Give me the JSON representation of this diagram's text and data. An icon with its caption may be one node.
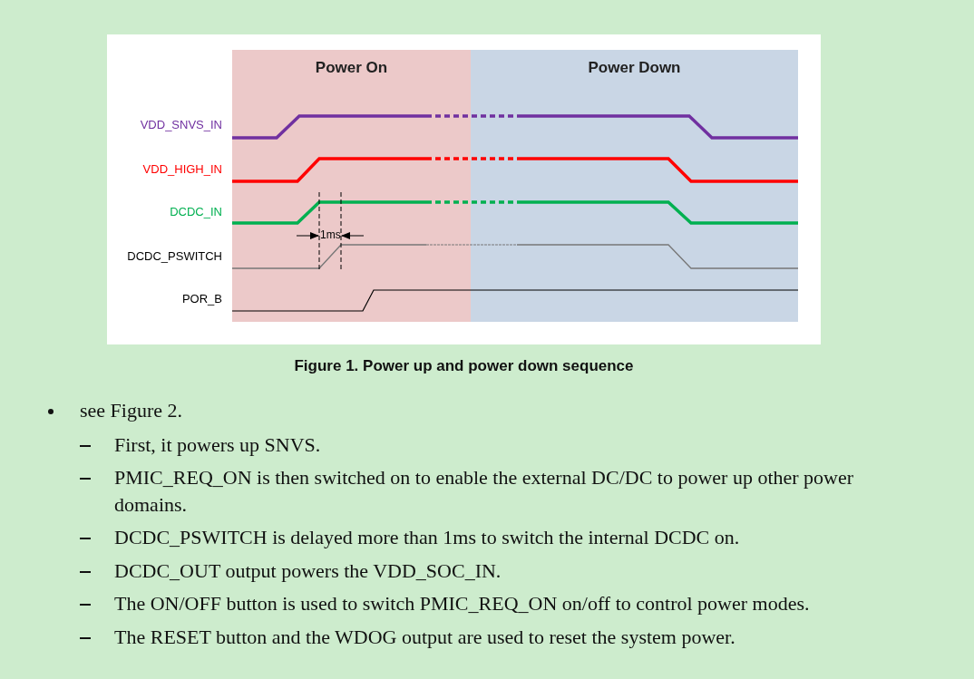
{
  "diagram": {
    "caption": "Figure 1.  Power up and power down sequence",
    "labels": [
      "Power On",
      "Power Down",
      "VDD_SNVS_IN",
      "VDD_HIGH_IN",
      "DCDC_IN",
      "DCDC_PSWITCH",
      "POR_B",
      "1ms",
      "see Figure 2.",
      "First, it powers up SNVS.",
      "PMIC_REQ_ON is then switched on to enable the external DC/DC to power up other power domains.",
      "DCDC_PSWITCH is delayed more than 1ms to switch the internal DCDC on.",
      "DCDC_OUT output powers the VDD_SOC_IN.",
      "The ON/OFF button is used to switch PMIC_REQ_ON on/off to control power modes.",
      "The RESET button and the WDOG output are used to reset the system power."
    ]
  }
}
